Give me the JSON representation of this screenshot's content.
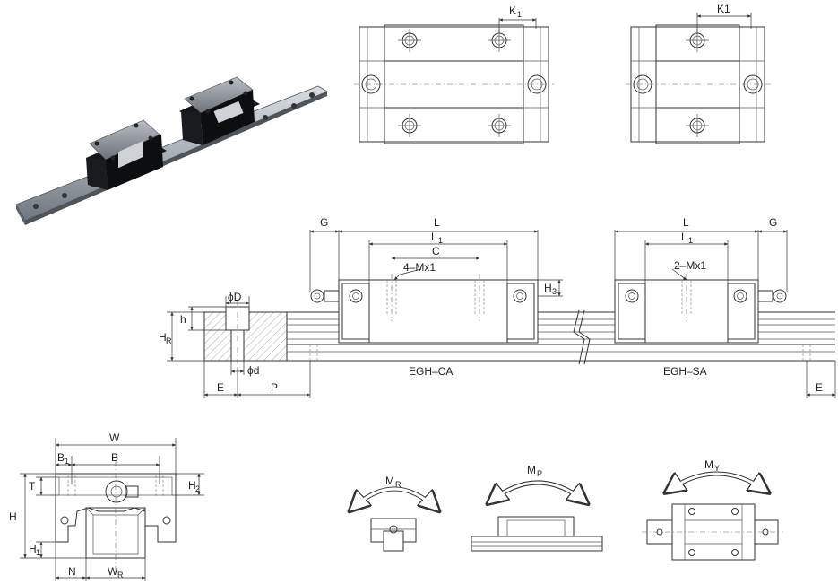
{
  "labels": {
    "k1_top_left": "K",
    "k1_top_left_sub": "1",
    "k1_top_right": "K1",
    "g_left": "G",
    "l_left": "L",
    "l1_left": "L",
    "l1_left_sub": "1",
    "c_left": "C",
    "mx_left": "4–Mx1",
    "h3": "H",
    "h3_sub": "3",
    "phi_D": "ϕD",
    "phi_d": "ϕd",
    "h_small": "h",
    "hr": "H",
    "hr_sub": "R",
    "e_left": "E",
    "p": "P",
    "egh_ca": "EGH–CA",
    "l_right": "L",
    "l1_right": "L",
    "l1_right_sub": "1",
    "mx_right": "2–Mx1",
    "g_right": "G",
    "egh_sa": "EGH–SA",
    "e_right": "E",
    "w": "W",
    "b1": "B",
    "b1_sub": "1",
    "b": "B",
    "t": "T",
    "h2": "H",
    "h2_sub": "2",
    "h_big": "H",
    "h1": "H",
    "h1_sub": "1",
    "n": "N",
    "wr": "W",
    "wr_sub": "R",
    "mr": "M",
    "mr_sub": "R",
    "mp": "M",
    "mp_sub": "P",
    "my": "M",
    "my_sub": "Y"
  },
  "icons": {
    "product_photo": "linear-guide-photo-icon",
    "moment_arrow": "curved-double-arrow-icon"
  }
}
